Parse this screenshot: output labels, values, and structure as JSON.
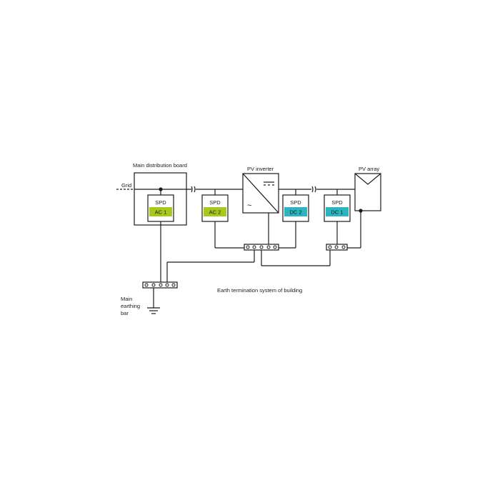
{
  "labels": {
    "main_board": "Main distribution board",
    "grid": "Grid",
    "pv_inverter": "PV inverter",
    "pv_array": "PV array",
    "earth_system": "Earth termination system of building",
    "main_earthing_1": "Main",
    "main_earthing_2": "earthing",
    "main_earthing_3": "bar",
    "inverter_ac_symbol": "~"
  },
  "spds": [
    {
      "title": "SPD",
      "tag": "AC 1",
      "color": "#a8c81c"
    },
    {
      "title": "SPD",
      "tag": "AC 2",
      "color": "#a8c81c"
    },
    {
      "title": "SPD",
      "tag": "DC 2",
      "color": "#2cb5c0"
    },
    {
      "title": "SPD",
      "tag": "DC 1",
      "color": "#2cb5c0"
    }
  ],
  "colors": {
    "line": "#1a1a1a",
    "ac": "#a8c81c",
    "dc": "#2cb5c0"
  }
}
